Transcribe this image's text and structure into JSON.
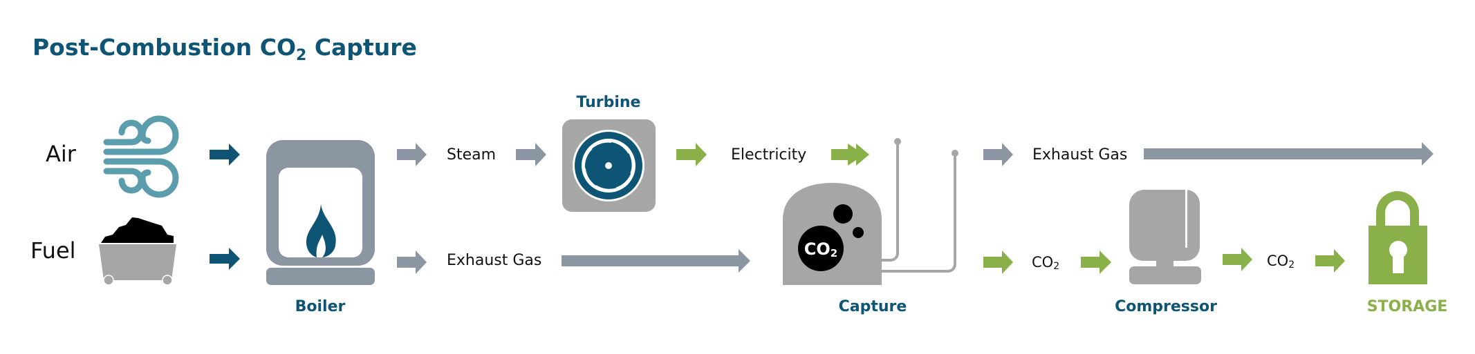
{
  "title": {
    "main": "Post-Combustion CO",
    "sub": "2",
    "tail": " Capture"
  },
  "colors": {
    "dark_teal": "#0e5474",
    "grey_arrow": "#8c96a3",
    "green": "#8ab04a",
    "wind": "#5b9dad",
    "equipment_grey": "#a6a6a6",
    "boiler_grey": "#8c96a3"
  },
  "inputs": {
    "air": {
      "label": "Air",
      "icon": "wind-icon"
    },
    "fuel": {
      "label": "Fuel",
      "icon": "coal-cart-icon"
    }
  },
  "stages": {
    "boiler": {
      "label": "Boiler",
      "icon": "boiler-flame-icon"
    },
    "turbine": {
      "label": "Turbine",
      "icon": "turbine-fan-icon"
    },
    "capture": {
      "label": "Capture",
      "icon": "capture-tank-icon",
      "badge_main": "CO",
      "badge_sub": "2"
    },
    "compressor": {
      "label": "Compressor",
      "icon": "compressor-icon"
    },
    "storage": {
      "label": "STORAGE",
      "icon": "padlock-icon"
    }
  },
  "flows": {
    "steam": "Steam",
    "exhaust_gas_1": "Exhaust Gas",
    "electricity": "Electricity",
    "exhaust_gas_2": "Exhaust Gas",
    "co2_1": {
      "main": "CO",
      "sub": "2"
    },
    "co2_2": {
      "main": "CO",
      "sub": "2"
    }
  }
}
